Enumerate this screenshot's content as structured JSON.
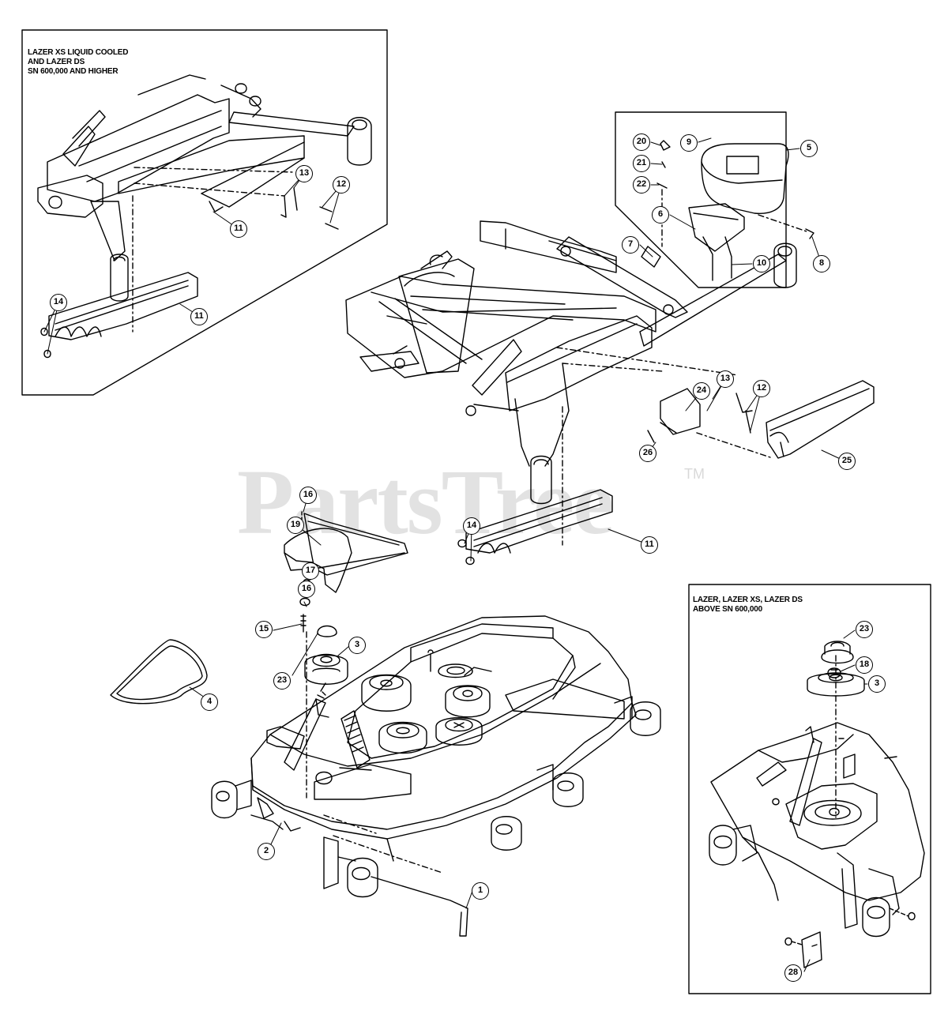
{
  "insets": {
    "top_left": {
      "title": [
        "LAZER XS LIQUID COOLED",
        "AND LAZER DS",
        "SN 600,000 AND HIGHER"
      ]
    },
    "bottom_right": {
      "title": [
        "LAZER, LAZER XS, LAZER DS",
        "ABOVE SN 600,000"
      ]
    }
  },
  "watermark": {
    "text": "PartsTree",
    "mark": "TM"
  },
  "callouts": [
    {
      "label": "12"
    },
    {
      "label": "13"
    },
    {
      "label": "11"
    },
    {
      "label": "14"
    },
    {
      "label": "11"
    },
    {
      "label": "20"
    },
    {
      "label": "9"
    },
    {
      "label": "5"
    },
    {
      "label": "21"
    },
    {
      "label": "22"
    },
    {
      "label": "6"
    },
    {
      "label": "7"
    },
    {
      "label": "10"
    },
    {
      "label": "8"
    },
    {
      "label": "24"
    },
    {
      "label": "13"
    },
    {
      "label": "12"
    },
    {
      "label": "26"
    },
    {
      "label": "25"
    },
    {
      "label": "14"
    },
    {
      "label": "11"
    },
    {
      "label": "16"
    },
    {
      "label": "19"
    },
    {
      "label": "17"
    },
    {
      "label": "16"
    },
    {
      "label": "15"
    },
    {
      "label": "3"
    },
    {
      "label": "23"
    },
    {
      "label": "4"
    },
    {
      "label": "2"
    },
    {
      "label": "1"
    },
    {
      "label": "23"
    },
    {
      "label": "18"
    },
    {
      "label": "3"
    },
    {
      "label": "28"
    }
  ]
}
